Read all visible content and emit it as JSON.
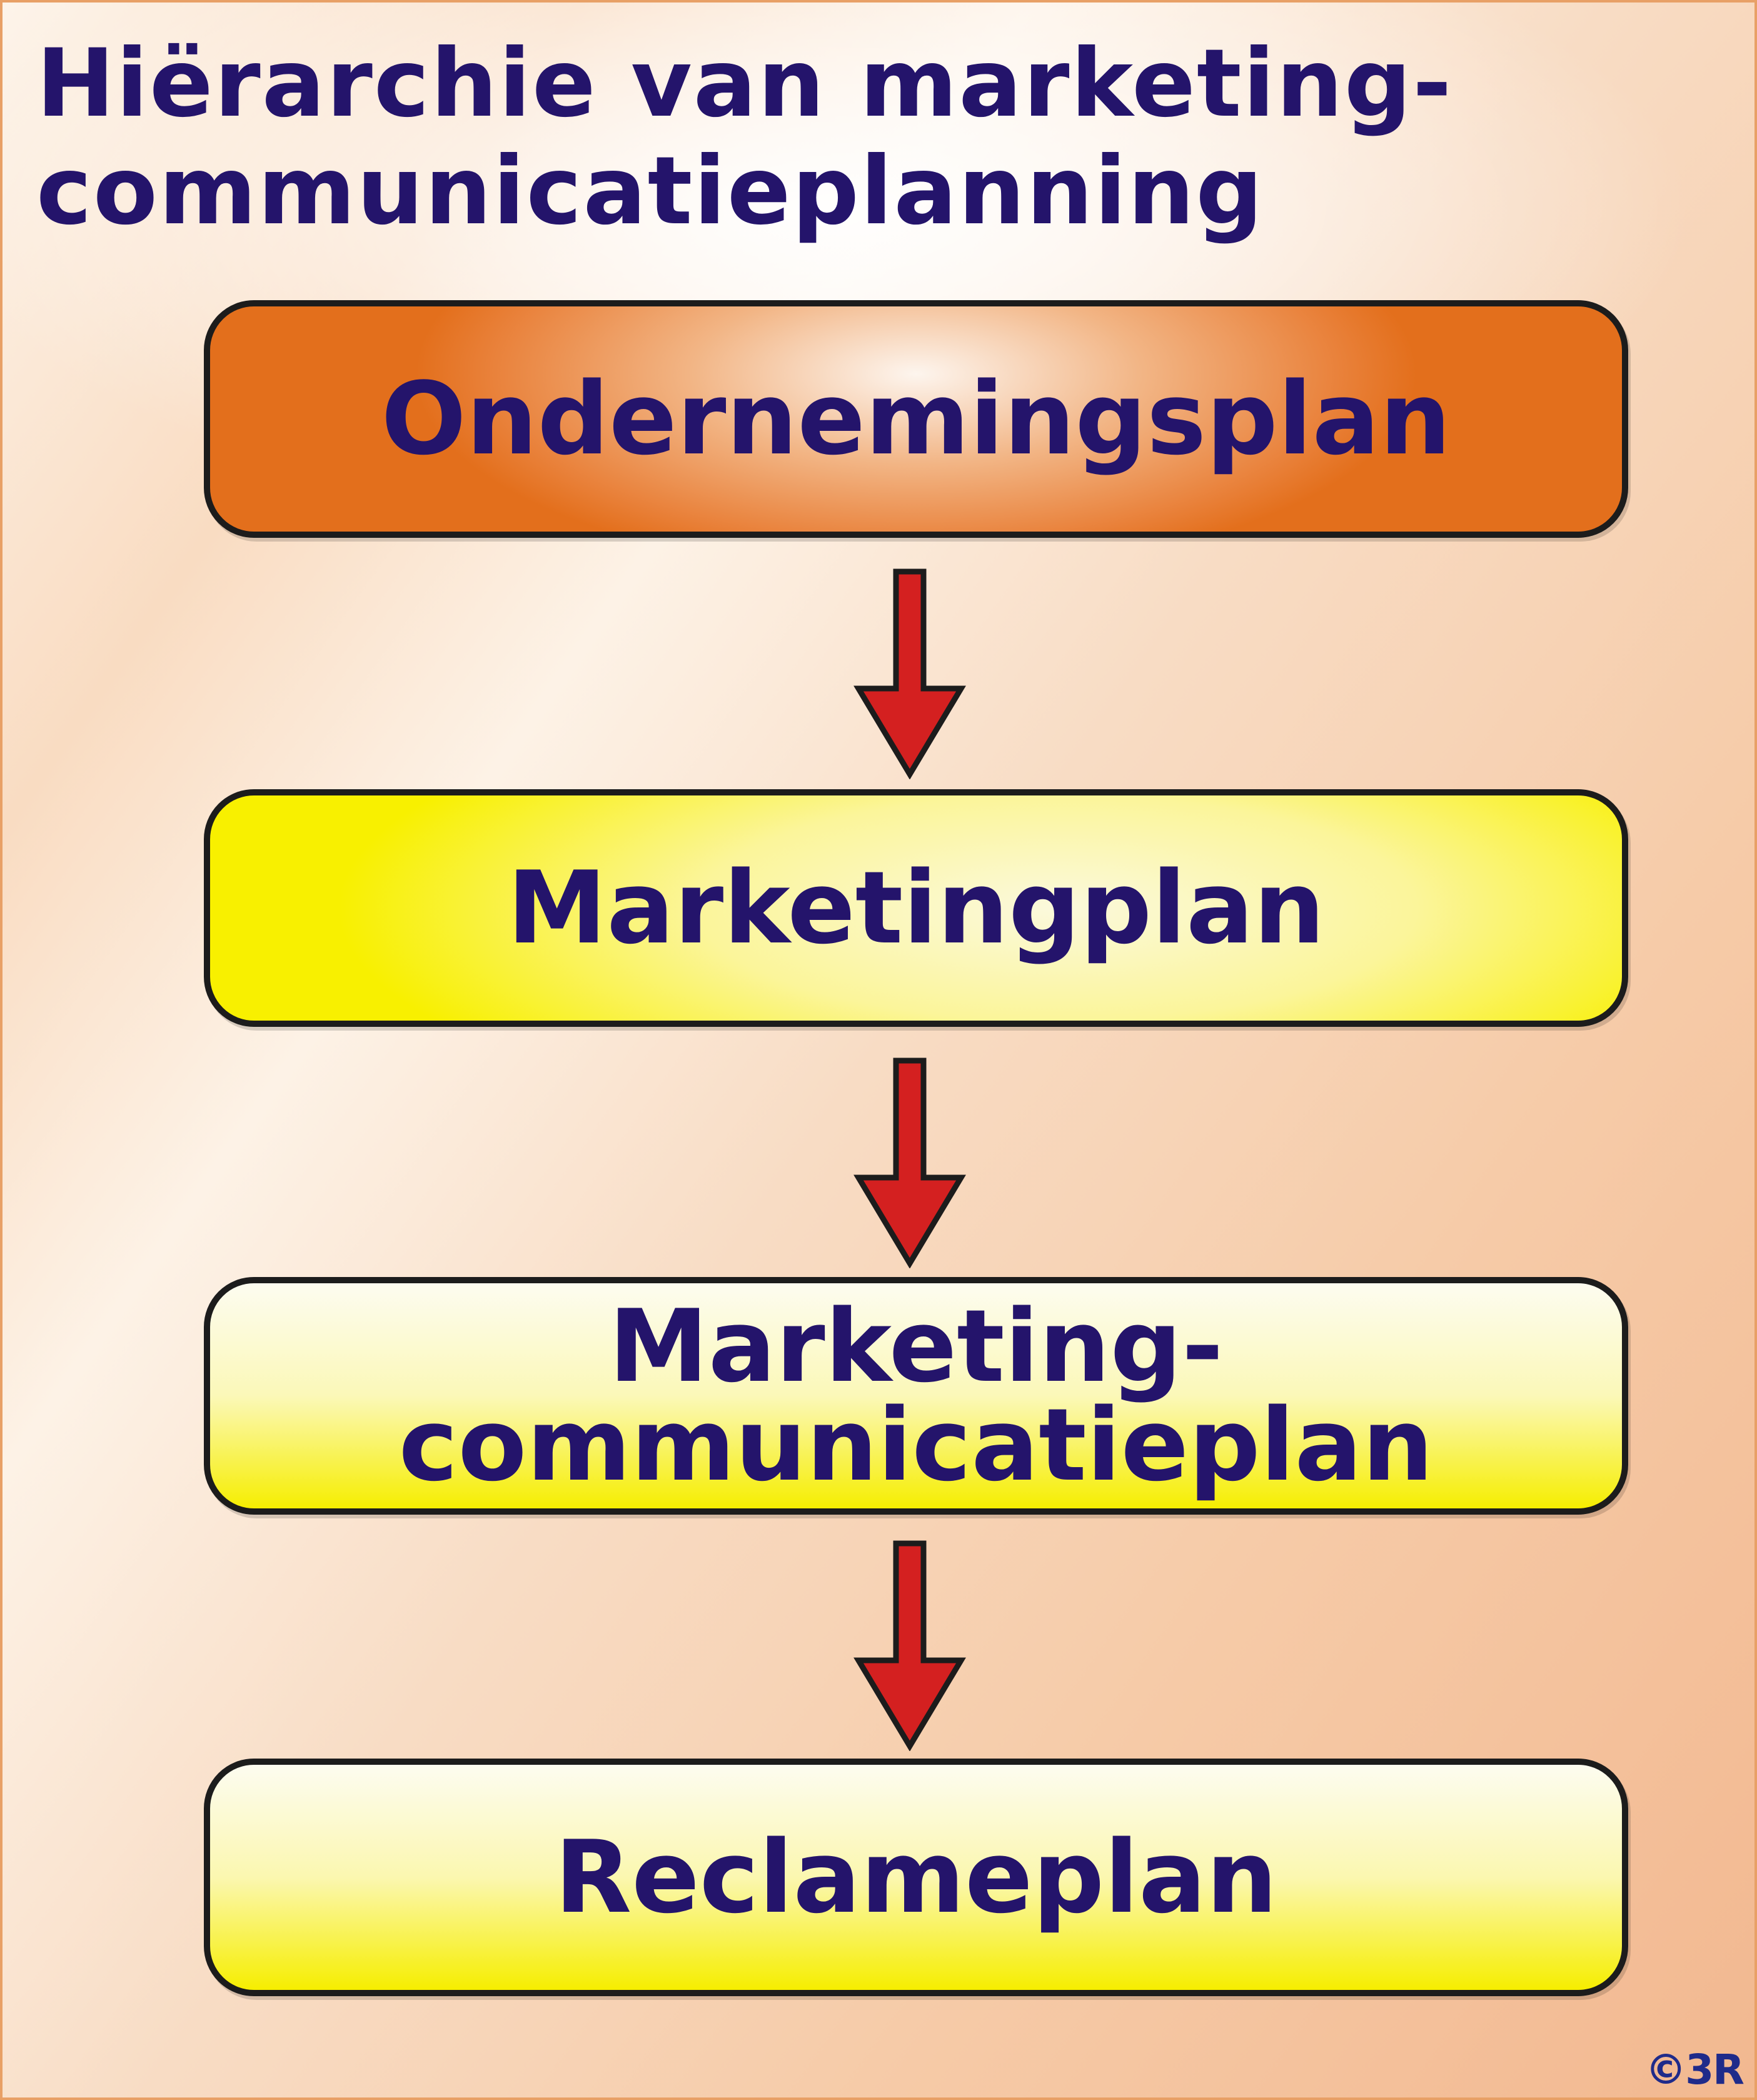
{
  "title": {
    "line1": "Hiërarchie van marketing-",
    "line2": "communicatieplanning"
  },
  "boxes": [
    {
      "lines": [
        "Ondernemingsplan"
      ],
      "fill": "#e9813a"
    },
    {
      "lines": [
        "Marketingplan"
      ],
      "fill": "#f8f000"
    },
    {
      "lines": [
        "Marketing-",
        "communicatieplan"
      ],
      "fill": "#f6ee00"
    },
    {
      "lines": [
        "Reclameplan"
      ],
      "fill": "#f6ee00"
    }
  ],
  "arrow": {
    "fill": "#d42020",
    "stroke": "#1c1c1c"
  },
  "copyright": "©3R",
  "colors": {
    "text": "#24146b",
    "border": "#1c1c1c",
    "frame": "#e8a066"
  }
}
